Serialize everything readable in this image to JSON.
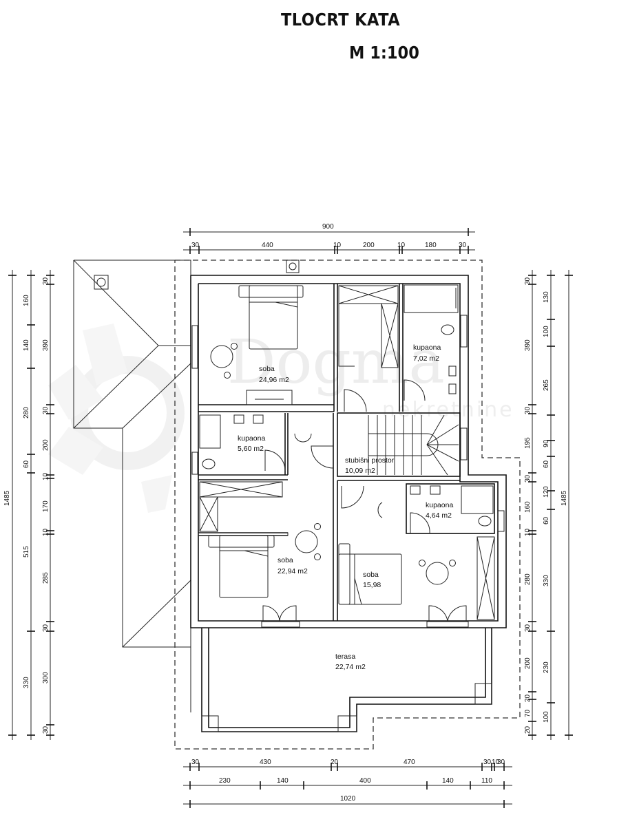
{
  "header": {
    "title": "TLOCRT KATA",
    "scale": "M 1:100"
  },
  "watermark": {
    "brand": "Dogma",
    "subtitle": "nekretnine"
  },
  "rooms": [
    {
      "name": "soba",
      "area": "24,96 m2"
    },
    {
      "name": "kupaona",
      "area": "7,02 m2"
    },
    {
      "name": "kupaona",
      "area": "5,60 m2"
    },
    {
      "name": "stubišni prostor",
      "area": "10,09 m2"
    },
    {
      "name": "kupaona",
      "area": "4,64 m2"
    },
    {
      "name": "soba",
      "area": "22,94 m2"
    },
    {
      "name": "soba",
      "area": "15,98"
    },
    {
      "name": "terasa",
      "area": "22,74 m2"
    }
  ],
  "dimensions": {
    "top_total": "900",
    "top_segments": [
      "30",
      "440",
      "10",
      "200",
      "10",
      "180",
      "30"
    ],
    "bottom_row1": [
      "30",
      "430",
      "20",
      "470",
      "30",
      "10",
      "30"
    ],
    "bottom_row2": [
      "230",
      "140",
      "400",
      "140",
      "110"
    ],
    "bottom_total": "1020",
    "left_total": "1485",
    "left_middle": [
      "160",
      "140",
      "280",
      "60",
      "515",
      "330"
    ],
    "left_inner": [
      "30",
      "390",
      "30",
      "200",
      "10",
      "170",
      "10",
      "285",
      "30",
      "300",
      "30"
    ],
    "right_inner": [
      "30",
      "390",
      "30",
      "195",
      "30",
      "160",
      "10",
      "280",
      "30",
      "200",
      "20",
      "70",
      "20"
    ],
    "right_middle": [
      "130",
      "100",
      "265",
      "90",
      "60",
      "120",
      "60",
      "330",
      "230",
      "100"
    ],
    "right_total": "1485"
  }
}
